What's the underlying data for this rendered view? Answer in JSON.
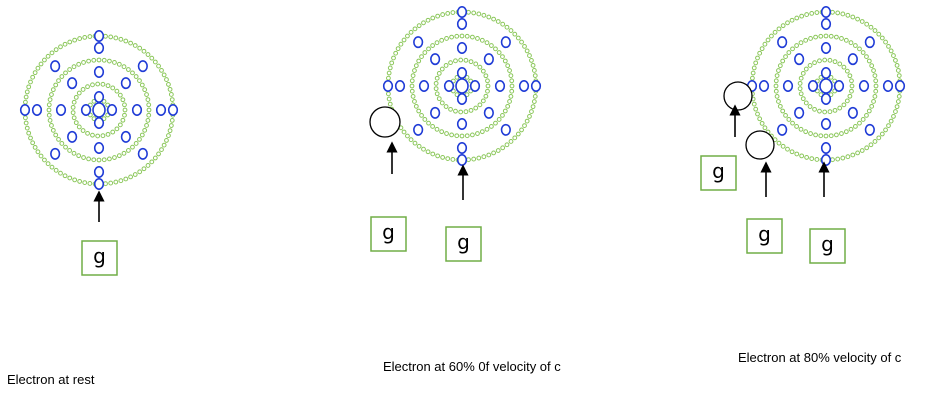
{
  "colors": {
    "ring_dots": "#8bc75a",
    "node_outline": "#1f3bd6",
    "box_outline": "#70ad47",
    "arrow": "#000000"
  },
  "panels": [
    {
      "g_boxes": [
        "g"
      ],
      "caption": "Electron at rest"
    },
    {
      "g_boxes": [
        "g",
        "g"
      ],
      "caption": "Electron at  60% 0f velocity of c"
    },
    {
      "g_boxes": [
        "g",
        "g",
        "g"
      ],
      "caption": "Electron at  80% velocity of c"
    }
  ]
}
